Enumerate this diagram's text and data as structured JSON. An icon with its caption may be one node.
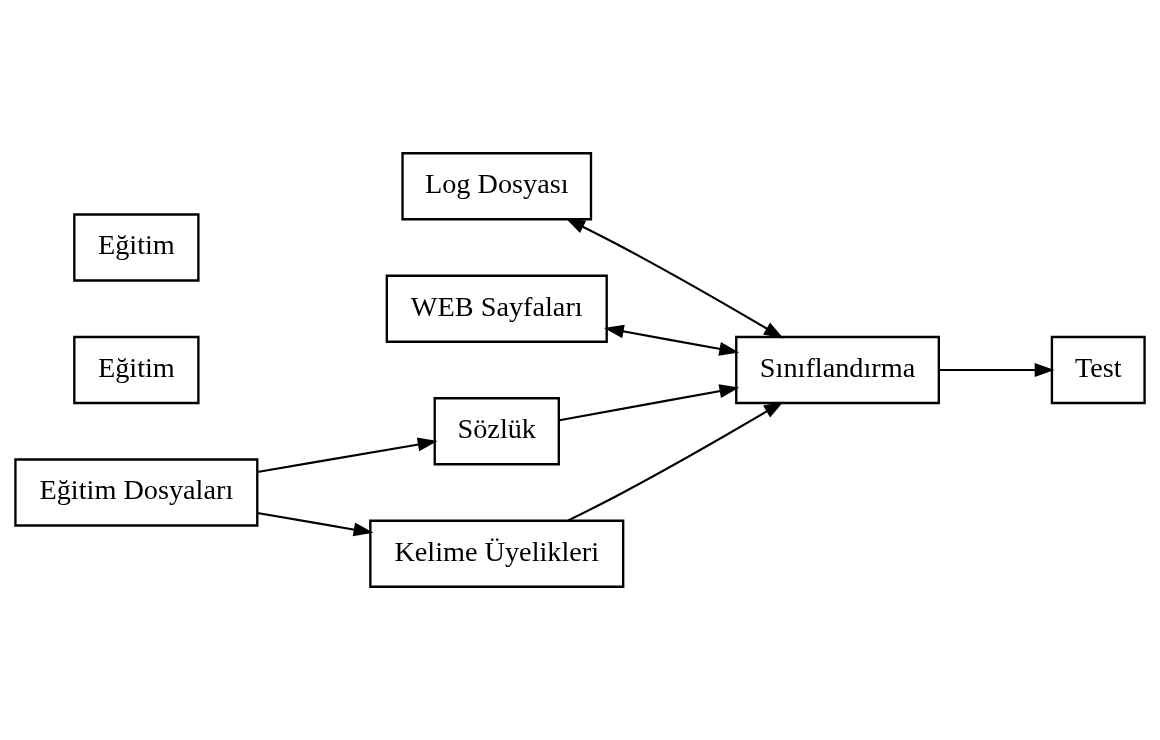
{
  "diagram": {
    "nodes": [
      {
        "text": [
          "Log Dosyası"
        ]
      },
      {
        "text": [
          "WEB Sayfaları"
        ]
      },
      {
        "text": [
          "Sınıflandırma"
        ]
      },
      {
        "text": [
          "Test"
        ]
      },
      {
        "text": [
          "Sözlük"
        ]
      },
      {
        "text": [
          "Eğitim"
        ]
      },
      {
        "text": [
          "Eğitim"
        ]
      },
      {
        "text": [
          "Eğitim Dosyaları"
        ]
      },
      {
        "text": [
          "Kelime Üyelikleri"
        ]
      }
    ],
    "edges": [
      {
        "from": 0,
        "to": 2,
        "arrow": "both"
      },
      {
        "from": 1,
        "to": 2,
        "arrow": "both"
      },
      {
        "from": 2,
        "to": 3,
        "arrow": "to"
      },
      {
        "from": 4,
        "to": 2,
        "arrow": "to"
      },
      {
        "from": 8,
        "to": 2,
        "arrow": "to"
      },
      {
        "from": 7,
        "to": 4,
        "arrow": "to"
      },
      {
        "from": 7,
        "to": 8,
        "arrow": "to"
      }
    ]
  }
}
